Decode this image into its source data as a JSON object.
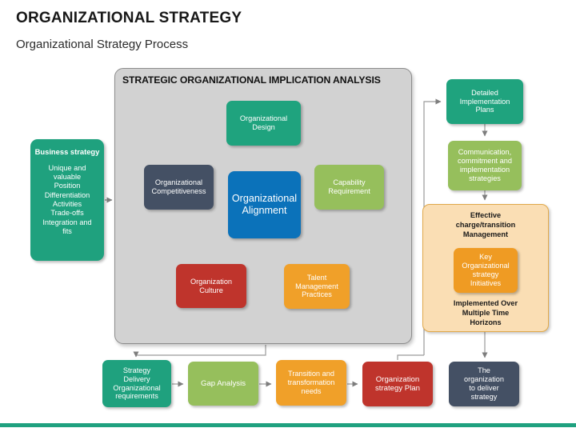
{
  "header": {
    "title": "ORGANIZATIONAL STRATEGY",
    "subtitle": "Organizational Strategy Process"
  },
  "analysis_panel": {
    "title": "STRATEGIC ORGANIZATIONAL IMPLICATION ANALYSIS"
  },
  "business_strategy": {
    "heading": "Business\nstrategy",
    "items": "Unique and\nvaluable\nPosition\nDifferentiation\nActivities\nTrade-offs\nIntegration and\nfits"
  },
  "cycle": {
    "org_design": "Organizational\nDesign",
    "capability_requirement": "Capability\nRequirement",
    "talent_management": "Talent\nManagement\nPractices",
    "organization_culture": "Organization\nCulture",
    "org_competitiveness": "Organizational\nCompetitiveness",
    "org_alignment": "Organizational\nAlignment"
  },
  "right_column": {
    "detailed_plans": "Detailed\nImplementation\nPlans",
    "communication": "Communication,\ncommitment and\nimplementation\nstrategies",
    "change_management_title": "Effective\ncharge/transition\nManagement",
    "key_initiatives": "Key\nOrganizational\nstrategy\nInitiatives",
    "change_management_footer": "Implemented Over\nMultiple Time\nHorizons"
  },
  "bottom_row": {
    "strategy_delivery": "Strategy\nDelivery\nOrganizational\nrequirements",
    "gap_analysis": "Gap Analysis",
    "transition_needs": "Transition and\ntransformation\nneeds",
    "org_strategy_plan": "Organization\nstrategy Plan",
    "deliver_strategy": "The\norganization\nto deliver\nstrategy"
  },
  "colors": {
    "teal": "#1fa17e",
    "green": "#96bf5c",
    "blue": "#0b72ba",
    "slate": "#445064",
    "red": "#bf342c",
    "orange": "#f0a029",
    "orange_panel": "#fadeb4",
    "panel_gray": "#d2d2d2",
    "connector": "#7d7d7d",
    "accent_bar": "#1fa17f"
  }
}
